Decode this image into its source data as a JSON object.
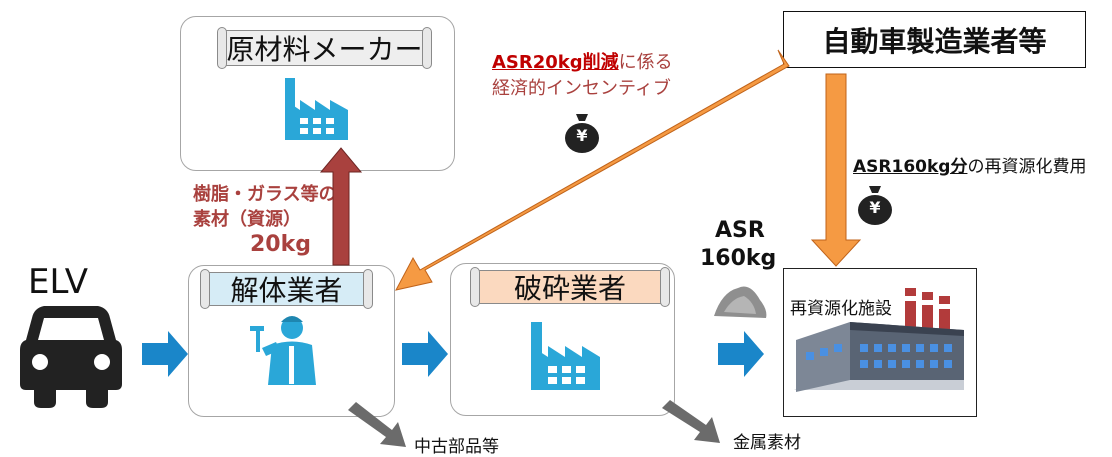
{
  "nodes": {
    "raw_material_maker": "原材料メーカー",
    "dismantler": "解体業者",
    "shredder": "破砕業者",
    "recycling_facility": "再資源化施設",
    "automaker": "自動車製造業者等",
    "elv": "ELV"
  },
  "labels": {
    "incentive_highlight": "ASR20kg削減",
    "incentive_suffix": "に係る",
    "incentive_line2": "経済的インセンティブ",
    "cost_highlight": "ASR160kg分",
    "cost_suffix": "の再資源化費用",
    "materials_line1": "樹脂・ガラス等の",
    "materials_line2": "素材（資源）",
    "materials_amount": "20kg",
    "asr_line1": "ASR",
    "asr_line2": "160kg",
    "used_parts": "中古部品等",
    "metal_materials": "金属素材",
    "yen": "¥"
  },
  "colors": {
    "orange": "#f59a43",
    "dark_red": "#a9413e",
    "blue_arrow": "#1a86c9",
    "factory_blue": "#2aa7d8",
    "scroll_blue": "#d6ecf6",
    "scroll_peach": "#fbd9bf",
    "scroll_gray": "#eeeeee",
    "gray_arrow": "#6b6b6b",
    "red_text": "#c00000"
  }
}
